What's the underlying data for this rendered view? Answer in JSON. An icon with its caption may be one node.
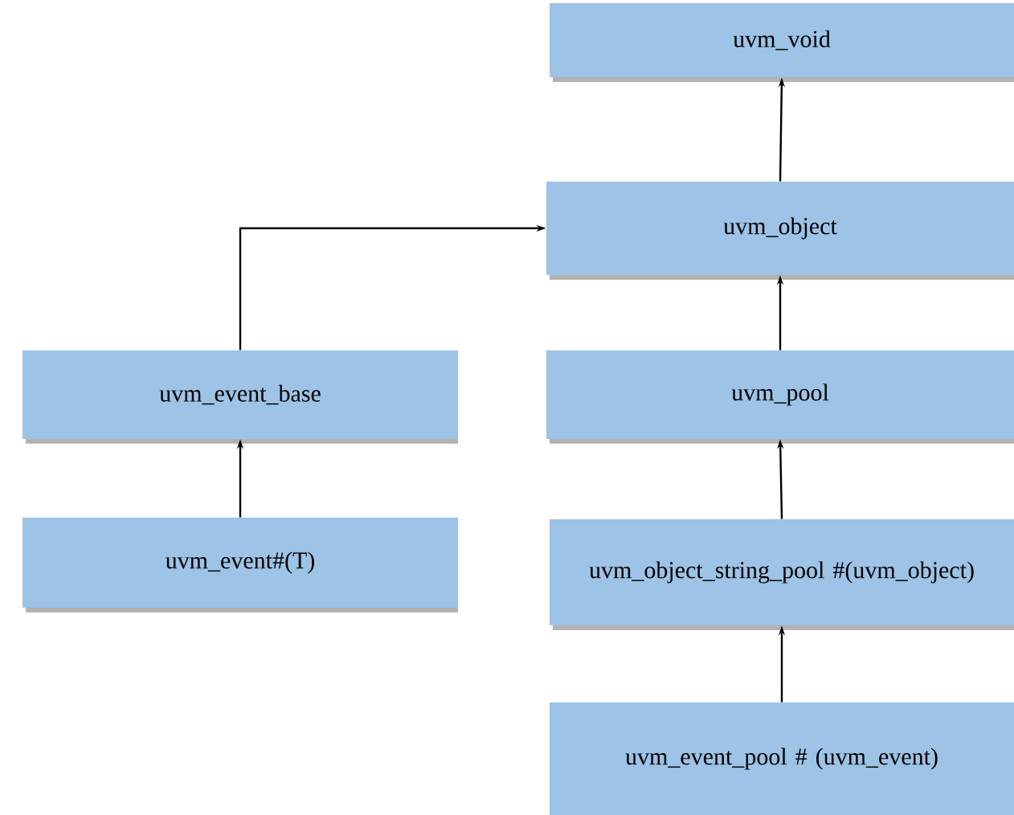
{
  "diagram": {
    "nodes": [
      {
        "text": [
          "uvm_void"
        ]
      },
      {
        "text": [
          "uvm_object"
        ]
      },
      {
        "text": [
          "uvm_event_base"
        ]
      },
      {
        "text": [
          "uvm_pool"
        ]
      },
      {
        "text": [
          "uvm_event#(T)"
        ]
      },
      {
        "text": [
          "uvm_object_string_pool #(uvm_object)"
        ]
      },
      {
        "text": [
          "uvm_event_pool # (uvm_event)"
        ]
      }
    ],
    "edges": [
      {
        "from": 1,
        "to": 0,
        "arrow": "to"
      },
      {
        "from": 2,
        "to": 1,
        "arrow": "to"
      },
      {
        "from": 3,
        "to": 1,
        "arrow": "to"
      },
      {
        "from": 4,
        "to": 2,
        "arrow": "to"
      },
      {
        "from": 5,
        "to": 3,
        "arrow": "to"
      },
      {
        "from": 6,
        "to": 5,
        "arrow": "to"
      }
    ]
  }
}
